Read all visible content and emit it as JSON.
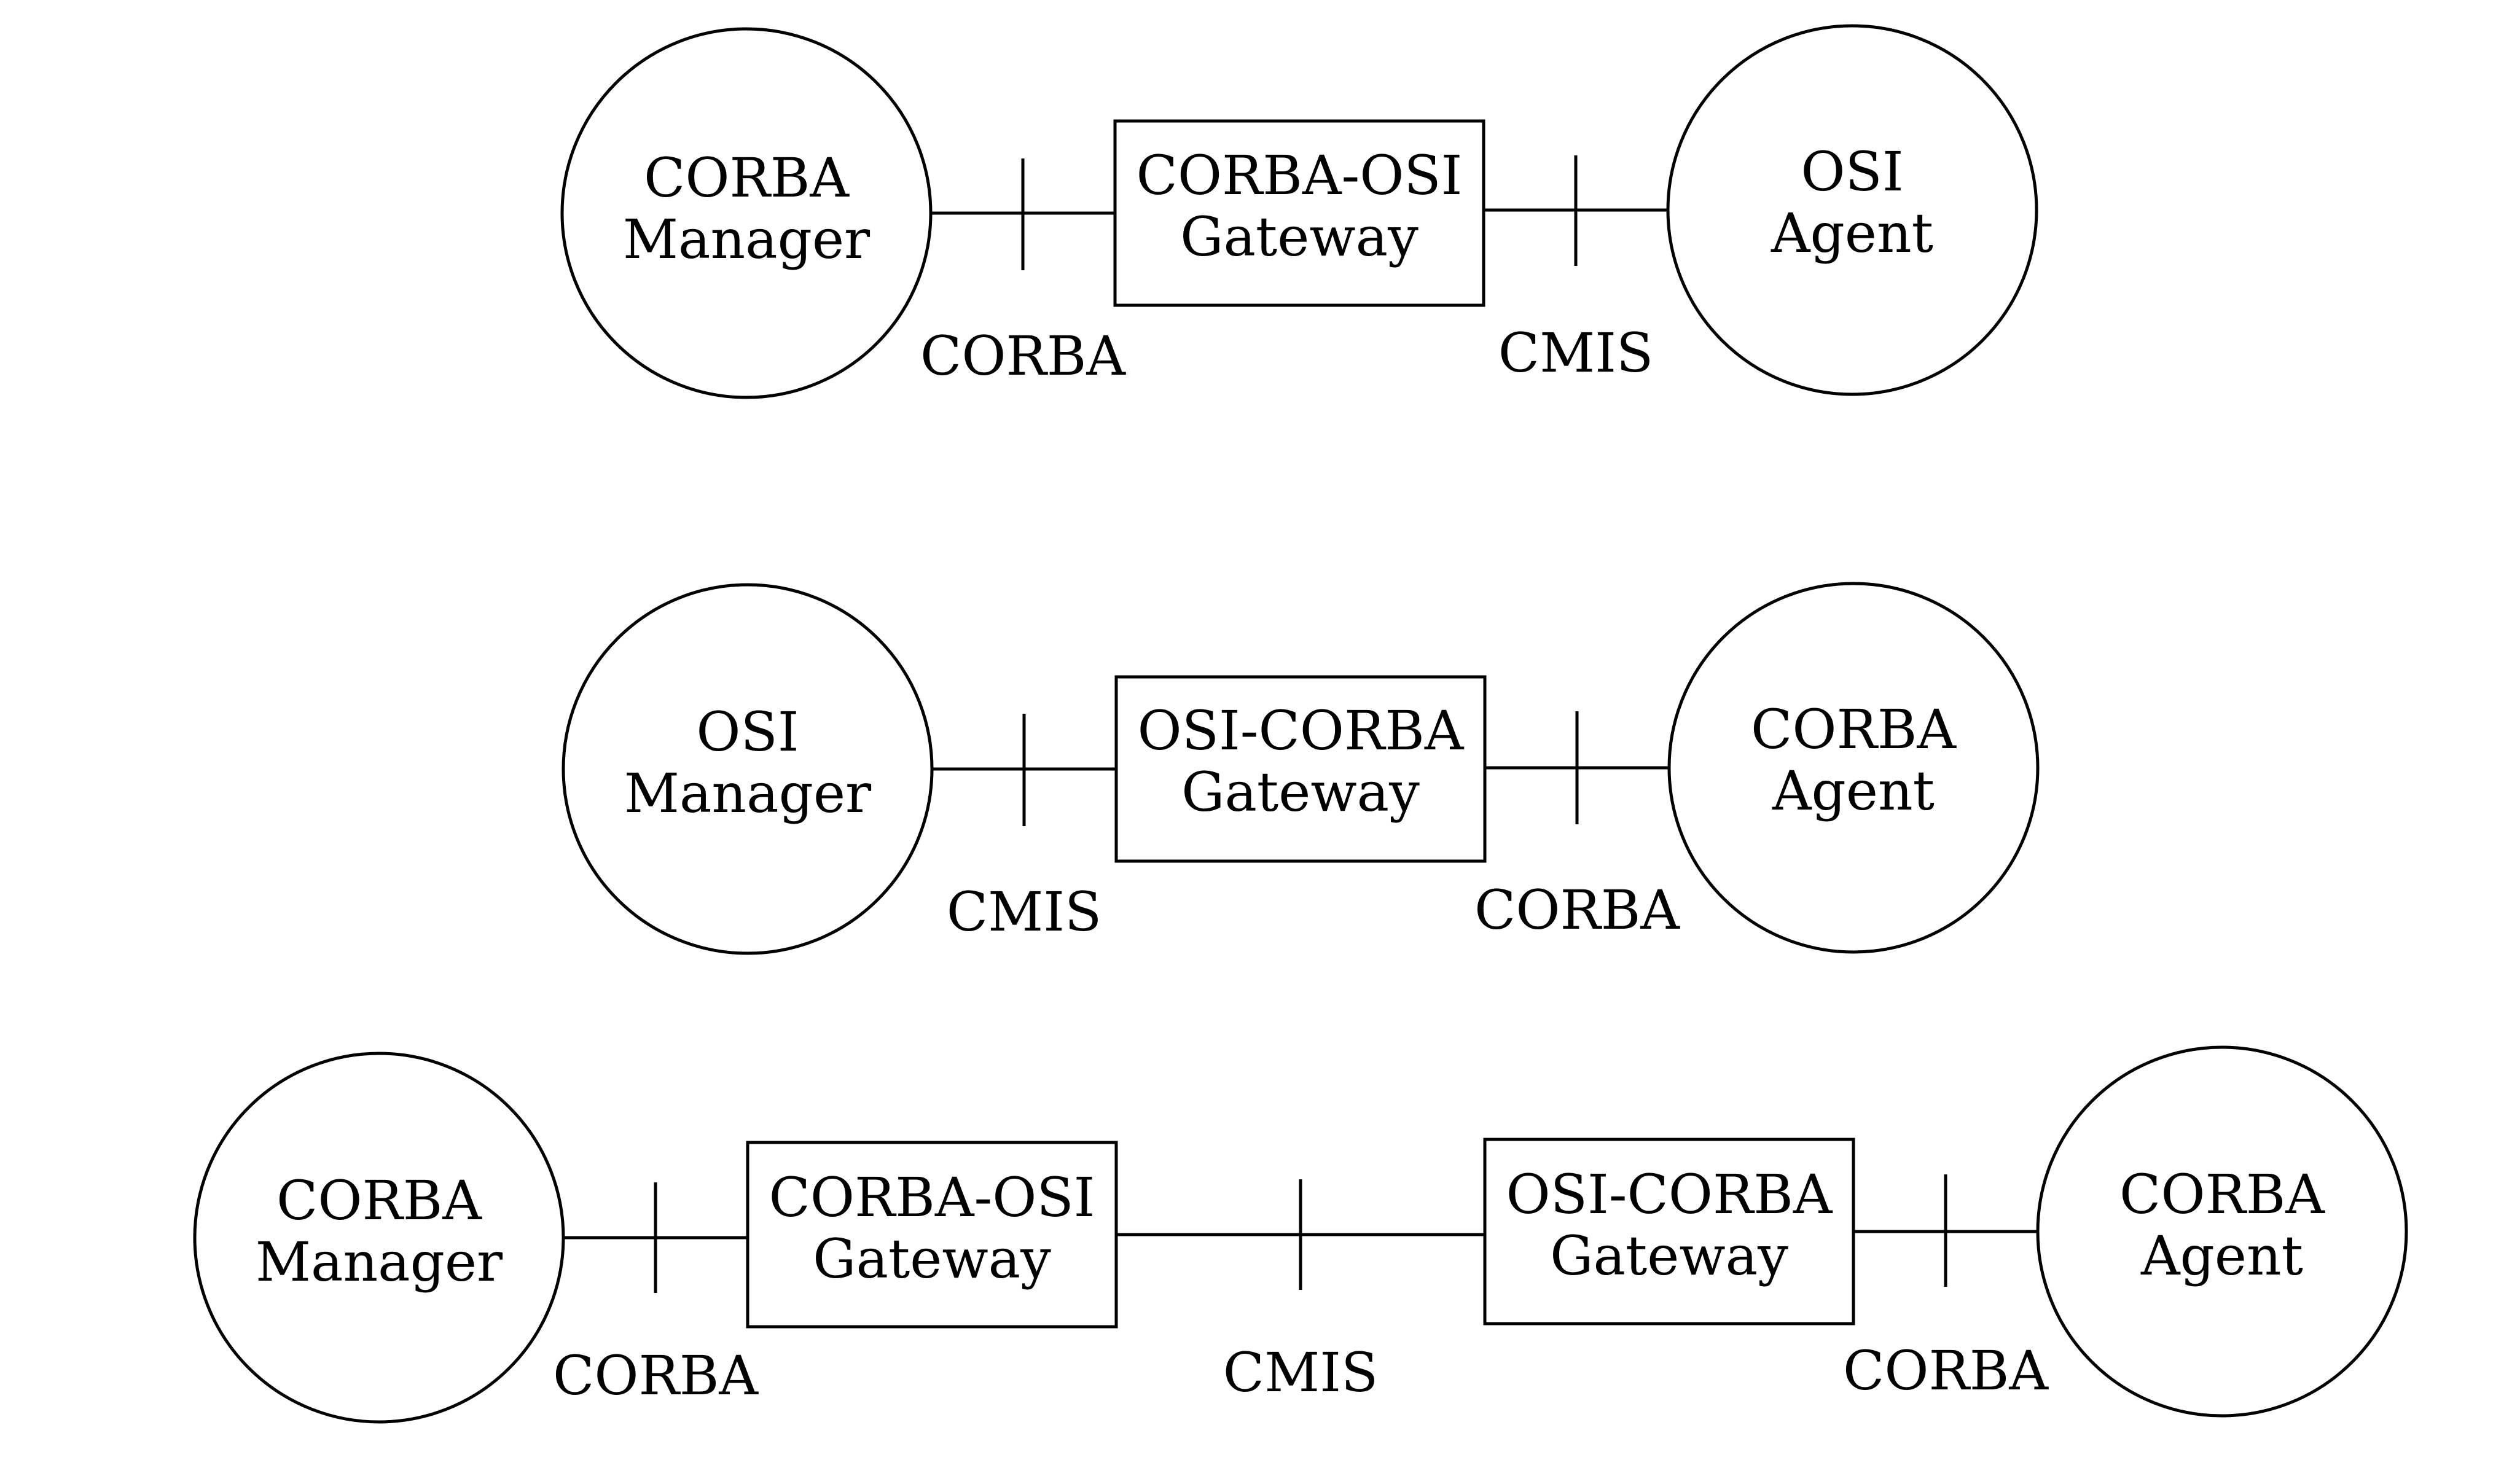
{
  "rows": [
    {
      "left_node": {
        "line1": "CORBA",
        "line2": "Manager"
      },
      "gateway": {
        "line1": "CORBA-OSI",
        "line2": "Gateway"
      },
      "right_node": {
        "line1": "OSI",
        "line2": "Agent"
      },
      "left_protocol": "CORBA",
      "right_protocol": "CMIS"
    },
    {
      "left_node": {
        "line1": "OSI",
        "line2": "Manager"
      },
      "gateway": {
        "line1": "OSI-CORBA",
        "line2": "Gateway"
      },
      "right_node": {
        "line1": "CORBA",
        "line2": "Agent"
      },
      "left_protocol": "CMIS",
      "right_protocol": "CORBA"
    },
    {
      "left_node": {
        "line1": "CORBA",
        "line2": "Manager"
      },
      "gateway_a": {
        "line1": "CORBA-OSI",
        "line2": "Gateway"
      },
      "gateway_b": {
        "line1": "OSI-CORBA",
        "line2": "Gateway"
      },
      "right_node": {
        "line1": "CORBA",
        "line2": "Agent"
      },
      "left_protocol": "CORBA",
      "middle_protocol": "CMIS",
      "right_protocol": "CORBA"
    }
  ]
}
